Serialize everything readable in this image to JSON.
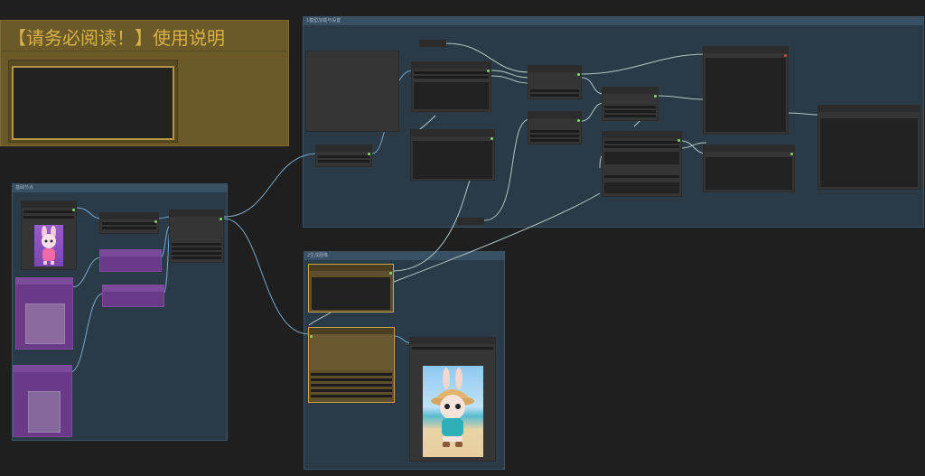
{
  "canvas": {
    "background": "#1f1f1f",
    "wire_color": "#7aa7c7",
    "wire_light_color": "#b8c6c8"
  },
  "note": {
    "title": "【请务必阅读！】使用说明",
    "color": "#6b5a27"
  },
  "groups": {
    "left": {
      "title": "基础节点"
    },
    "right_top": {
      "title": "1模型加载与设置"
    },
    "right_bottom": {
      "title": "2生成图像"
    }
  },
  "previews": {
    "bunny_pink": {
      "caption": "",
      "icon": "pink-bunny-image"
    },
    "bunny_beach": {
      "caption": "",
      "icon": "bunny-beach-image"
    }
  }
}
